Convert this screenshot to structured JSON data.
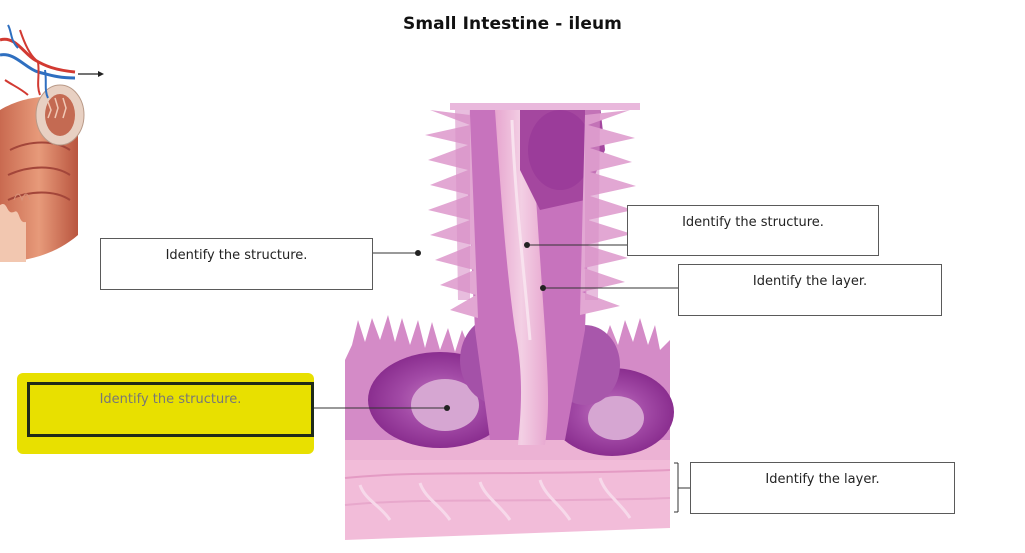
{
  "title": "Small Intestine - ileum",
  "labels": [
    {
      "text": "Identify the structure."
    },
    {
      "text": "Identify the structure."
    },
    {
      "text": "Identify the layer."
    },
    {
      "text": "Identify the structure.",
      "highlighted": true
    },
    {
      "text": "Identify the layer."
    }
  ],
  "colors": {
    "highlight": "#e8e000",
    "stain_dark": "#9b2f9c",
    "stain_light": "#e9a8d2",
    "muscle_pink": "#f3c2de"
  }
}
